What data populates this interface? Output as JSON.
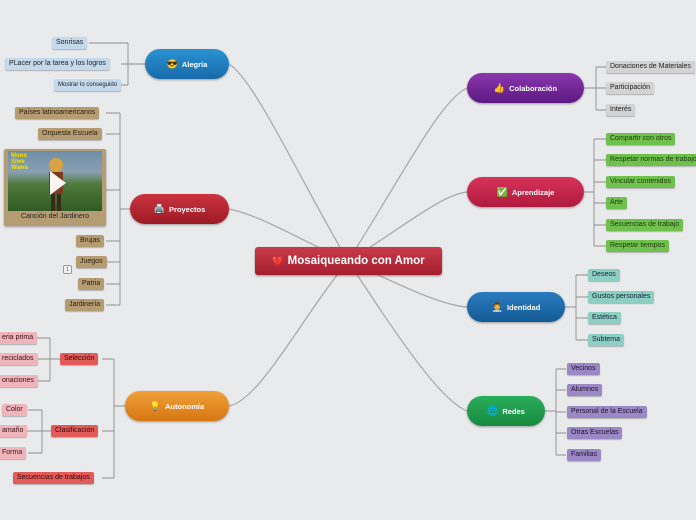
{
  "central": {
    "title": "Mosaiqueando con Amor",
    "icon": "heart-icon"
  },
  "branches": {
    "alegria": {
      "label": "Alegría",
      "icon": "sunglasses-face-icon",
      "color": "#1d7fbf",
      "children": [
        "Sonrisas",
        "PLacer por la tarea y los logros",
        "Mostrar lo conseguido"
      ]
    },
    "proyectos": {
      "label": "Proyectos",
      "icon": "printer-icon",
      "color": "#b5212e",
      "children": [
        "Países latinoamericanos",
        "Orquesta Escuela",
        "Brujas",
        "Juegos",
        "Patria",
        "Jardinería"
      ],
      "video": {
        "caption": "Canción del Jardinero",
        "title_text": "Mono Siwe Wawa"
      },
      "marker": "1"
    },
    "autonomia": {
      "label": "Autonomía",
      "icon": "lightbulb-icon",
      "color": "#e38a1b",
      "seleccion": {
        "label": "Selección",
        "children": [
          "eria prima",
          "reciclados",
          "onaciones"
        ]
      },
      "clasificacion": {
        "label": "Clasificación",
        "children": [
          "Color",
          "amaño",
          "Forma"
        ]
      },
      "secuencias": "Secuencias de trabajos"
    },
    "colaboracion": {
      "label": "Colaboración",
      "icon": "thumbs-up-icon",
      "color": "#6c1f8f",
      "children": [
        "Donaciones de Materiales",
        "Participación",
        "Interés"
      ]
    },
    "aprendizaje": {
      "label": "Aprendizaje",
      "icon": "check-circle-icon",
      "color": "#c41f4a",
      "children": [
        "Compartir con otros",
        "Respetar normas de trabajo",
        "Vincular contenidos",
        "Arte",
        "Secuencias de trabajo",
        "Respetar tiempos"
      ]
    },
    "identidad": {
      "label": "Identidad",
      "icon": "person-icon",
      "color": "#1d67a8",
      "children": [
        "Deseos",
        "Gustos personales",
        "Estética",
        "Subtema"
      ]
    },
    "redes": {
      "label": "Redes",
      "icon": "globe-icon",
      "color": "#1f9a4a",
      "children": [
        "Vecinos",
        "Alumnos",
        "Personal de la Escuela",
        "Otras Escuelas",
        "Familias"
      ]
    }
  }
}
